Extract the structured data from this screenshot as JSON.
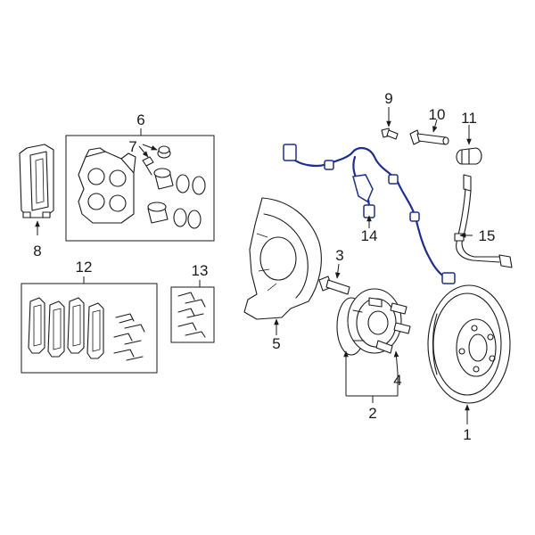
{
  "colors": {
    "line": "#1a1a1a",
    "highlight": "#1e2f8f",
    "background": "#ffffff"
  },
  "callouts": {
    "c1": "1",
    "c2": "2",
    "c3": "3",
    "c4": "4",
    "c5": "5",
    "c6": "6",
    "c7": "7",
    "c8": "8",
    "c9": "9",
    "c10": "10",
    "c11": "11",
    "c12": "12",
    "c13": "13",
    "c14": "14",
    "c15": "15"
  }
}
